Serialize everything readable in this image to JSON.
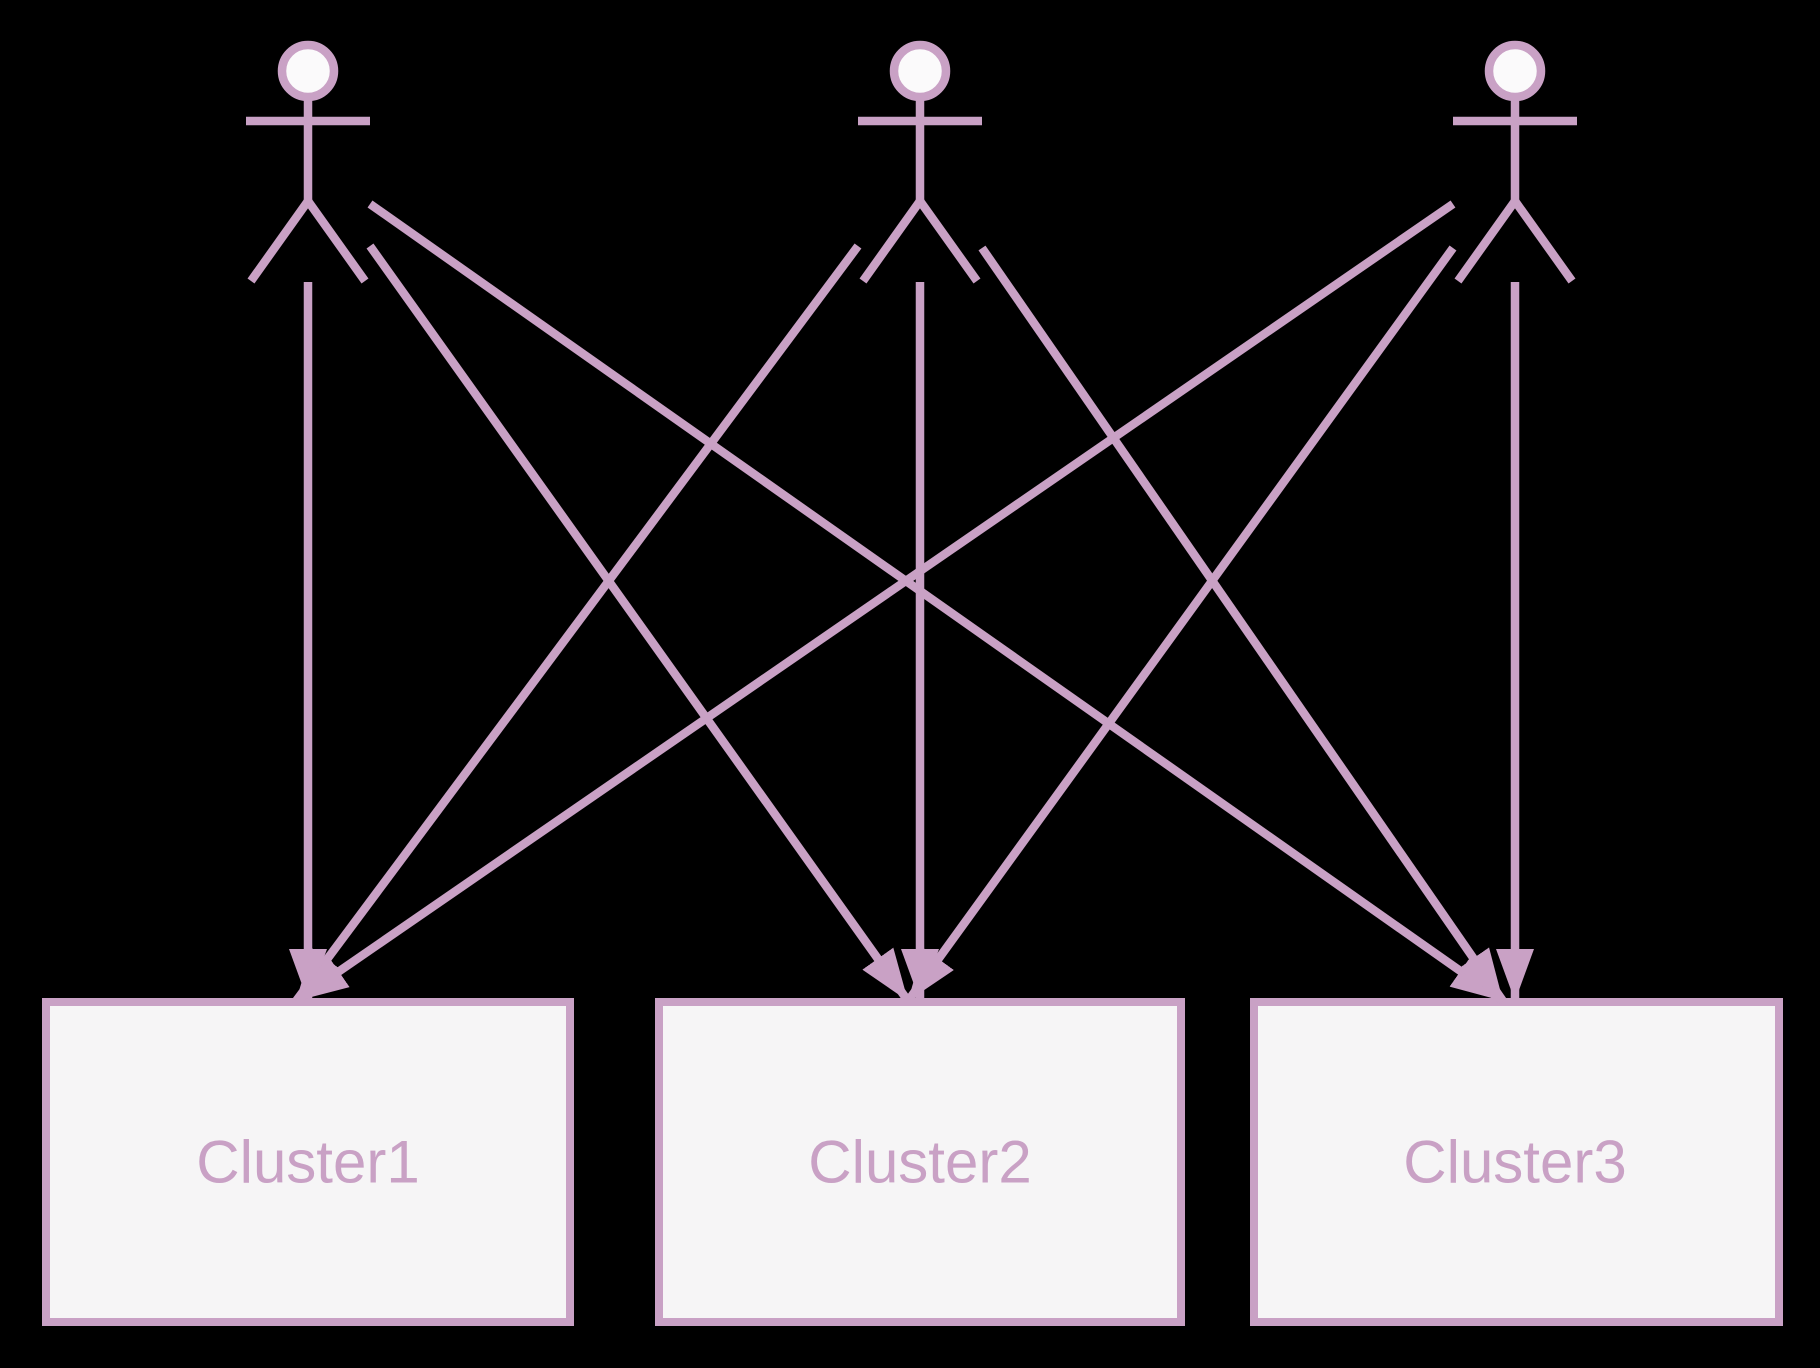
{
  "diagram": {
    "type": "actor-cluster-association",
    "clusters": [
      {
        "id": "cluster-1",
        "label": "Cluster1"
      },
      {
        "id": "cluster-2",
        "label": "Cluster2"
      },
      {
        "id": "cluster-3",
        "label": "Cluster3"
      }
    ],
    "actors": [
      {
        "id": "actor-1"
      },
      {
        "id": "actor-2"
      },
      {
        "id": "actor-3"
      }
    ],
    "edges": [
      {
        "from": "actor-1",
        "to": "cluster-1"
      },
      {
        "from": "actor-1",
        "to": "cluster-2"
      },
      {
        "from": "actor-1",
        "to": "cluster-3"
      },
      {
        "from": "actor-2",
        "to": "cluster-1"
      },
      {
        "from": "actor-2",
        "to": "cluster-2"
      },
      {
        "from": "actor-2",
        "to": "cluster-3"
      },
      {
        "from": "actor-3",
        "to": "cluster-1"
      },
      {
        "from": "actor-3",
        "to": "cluster-2"
      },
      {
        "from": "actor-3",
        "to": "cluster-3"
      }
    ],
    "colors": {
      "line": "#C9A1C5",
      "box_fill": "#F6F5F6",
      "box_border": "#C9A1C5",
      "head_fill": "#FBFAFB",
      "label": "#C9A1C5",
      "background": "#000000"
    }
  }
}
